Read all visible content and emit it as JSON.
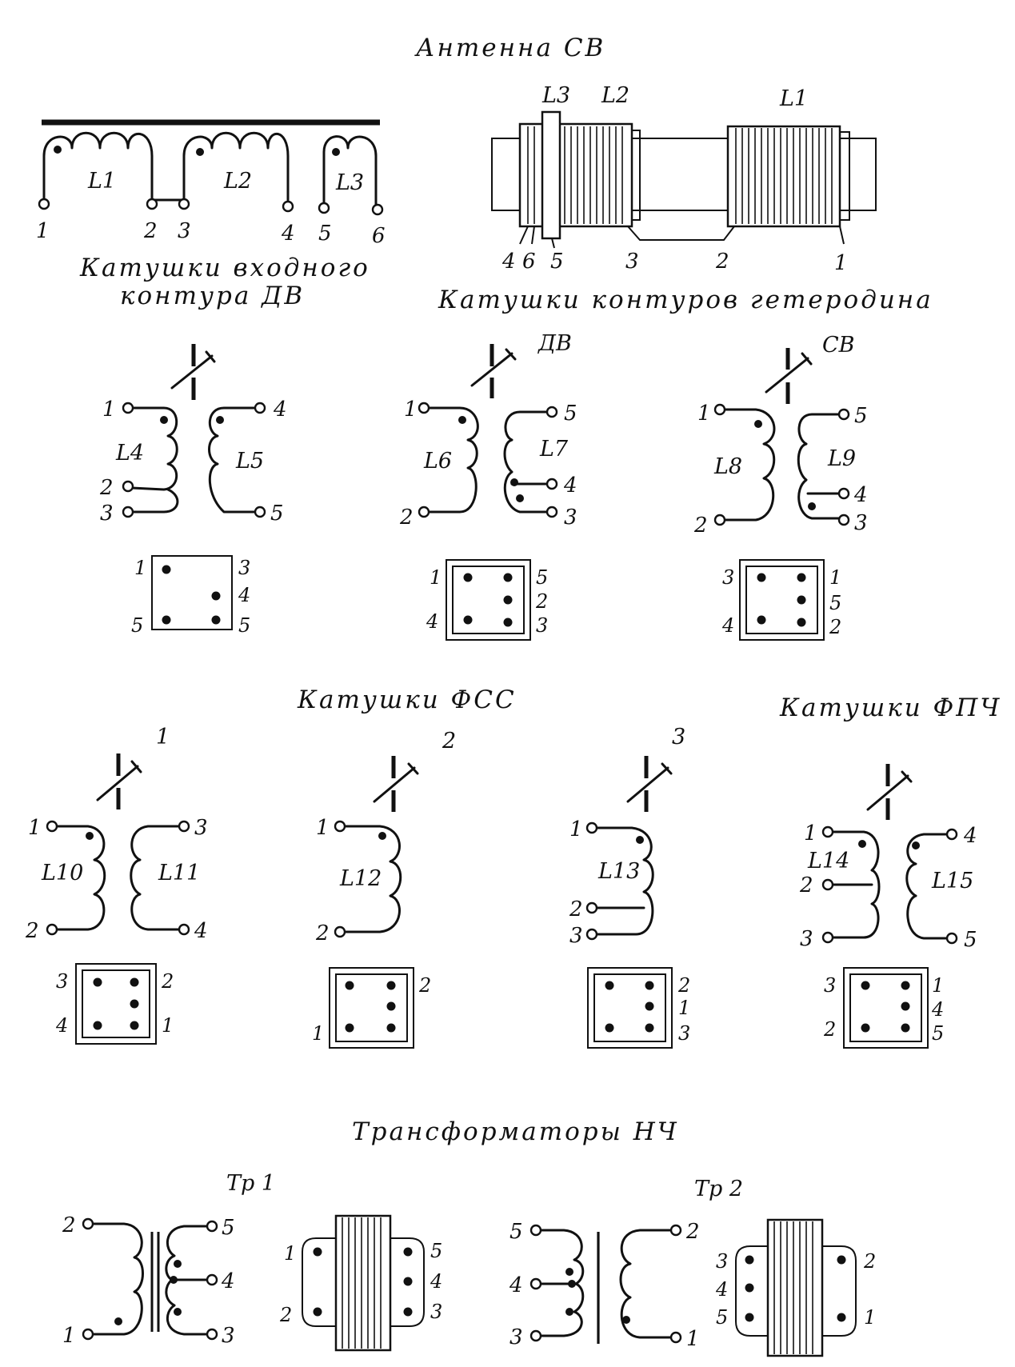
{
  "titles": {
    "antenna": "Антенна СВ",
    "input_coils_1": "Катушки входного",
    "input_coils_2": "контура ДВ",
    "het_coils": "Катушки контуров гетеродина",
    "fss_coils": "Катушки ФСС",
    "fpch_coils": "Катушки ФПЧ",
    "lf_transformers": "Трансформаторы НЧ"
  },
  "antenna": {
    "coils": [
      {
        "name": "L1",
        "pins": [
          "1",
          "2"
        ]
      },
      {
        "name": "L2",
        "pins": [
          "3",
          "4"
        ]
      },
      {
        "name": "L3",
        "pins": [
          "5",
          "6"
        ]
      }
    ],
    "rod_labels": [
      "L3",
      "L2",
      "L1"
    ],
    "rod_pins": [
      "4",
      "6",
      "5",
      "3",
      "2",
      "1"
    ]
  },
  "band_labels": {
    "dv": "ДВ",
    "sv": "СВ"
  },
  "osc_coils": [
    {
      "primary": "L4",
      "secondary": "L5",
      "pins": [
        "1",
        "2",
        "3",
        "4",
        "5"
      ],
      "base_left": [
        "1",
        "5"
      ],
      "base_right": [
        "3",
        "4",
        "5"
      ]
    },
    {
      "primary": "L6",
      "secondary": "L7",
      "pins": [
        "1",
        "2",
        "5",
        "4",
        "3"
      ],
      "base_left": [
        "1",
        "4"
      ],
      "base_right": [
        "5",
        "2",
        "3"
      ]
    },
    {
      "primary": "L8",
      "secondary": "L9",
      "pins": [
        "1",
        "2",
        "5",
        "4",
        "3"
      ],
      "base_left": [
        "3",
        "4"
      ],
      "base_right": [
        "1",
        "5",
        "2"
      ]
    }
  ],
  "fss": [
    {
      "label": "1",
      "primary": "L10",
      "secondary": "L11",
      "pins": [
        "1",
        "2",
        "3",
        "4"
      ],
      "base_left": [
        "3",
        "4"
      ],
      "base_right": [
        "2",
        "1"
      ]
    },
    {
      "label": "2",
      "primary": "L12",
      "pins": [
        "1",
        "2"
      ],
      "base_left": [
        "1"
      ],
      "base_right": [
        "2"
      ]
    },
    {
      "label": "3",
      "primary": "L13",
      "pins": [
        "1",
        "2",
        "3"
      ],
      "base_right": [
        "2",
        "1",
        "3"
      ]
    }
  ],
  "fpch": {
    "primary": "L14",
    "secondary": "L15",
    "pins": [
      "1",
      "2",
      "3",
      "4",
      "5"
    ],
    "base_left": [
      "3",
      "2"
    ],
    "base_right": [
      "1",
      "4",
      "5"
    ]
  },
  "transformers": [
    {
      "name": "Тр 1",
      "pins_left": [
        "2",
        "1"
      ],
      "pins_right": [
        "5",
        "4",
        "3"
      ],
      "base_left": [
        "1",
        "2"
      ],
      "base_right": [
        "5",
        "4",
        "3"
      ]
    },
    {
      "name": "Тр 2",
      "pins_left": [
        "5",
        "4",
        "3"
      ],
      "pins_right": [
        "2",
        "1"
      ],
      "base_left": [
        "3",
        "4",
        "5"
      ],
      "base_right": [
        "2",
        "1"
      ]
    }
  ]
}
